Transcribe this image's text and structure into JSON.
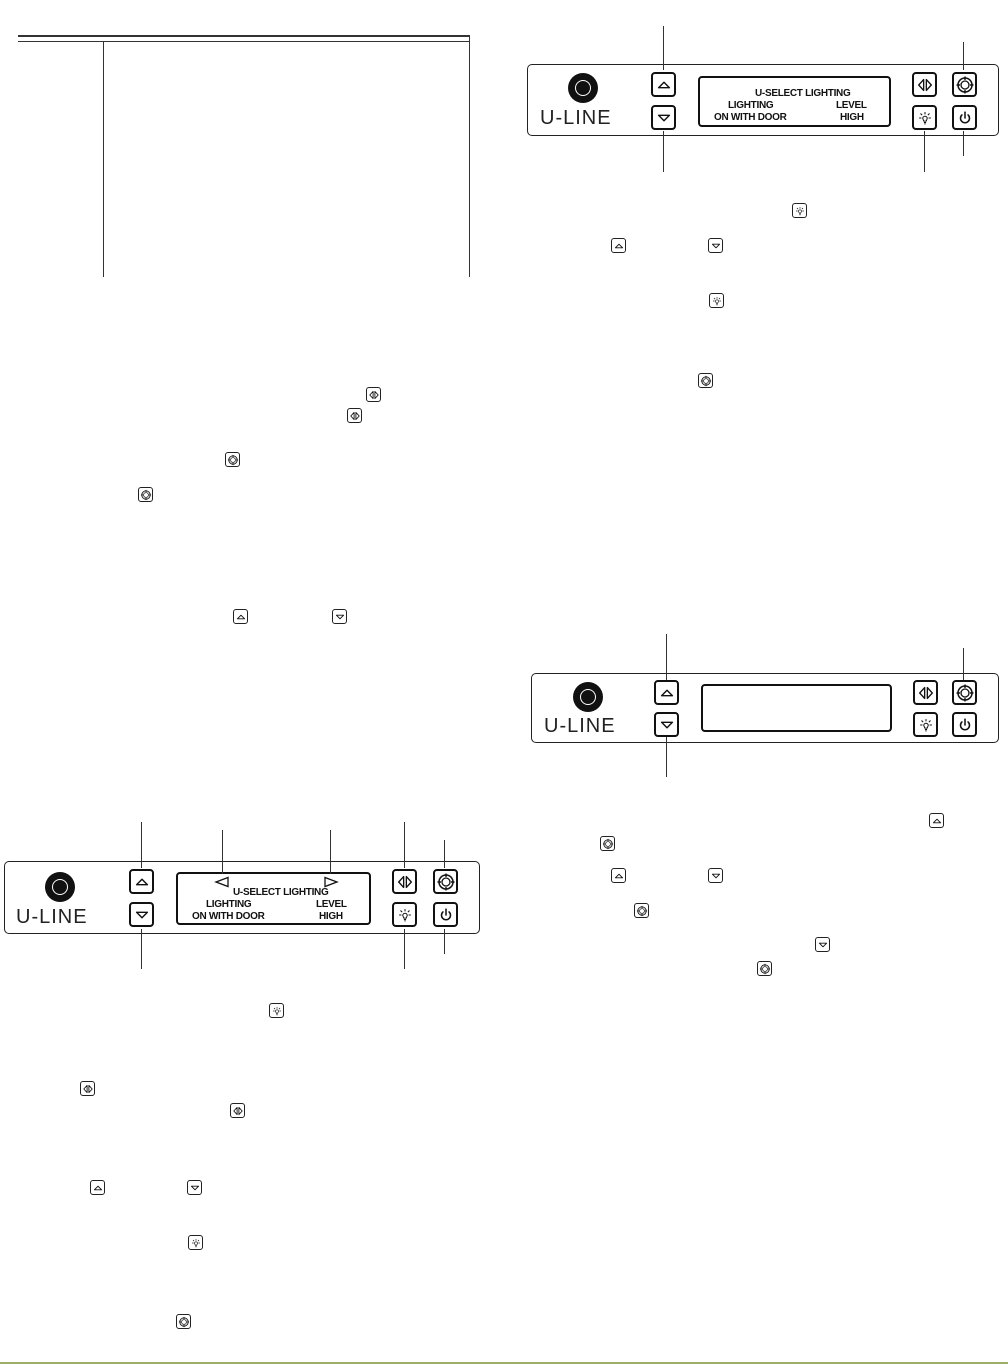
{
  "panels": {
    "brand": "U-LINE",
    "screen_title": "U-SELECT LIGHTING",
    "screen_col1_label": "LIGHTING",
    "screen_col2_label": "LEVEL",
    "screen_col1_value": "ON WITH DOOR",
    "screen_col2_value": "HIGH"
  },
  "icons": {
    "up": "up-arrow-button-icon",
    "down": "down-arrow-button-icon",
    "left_right": "left-right-button-icon",
    "select": "select-target-button-icon",
    "light": "light-bulb-button-icon",
    "power": "power-button-icon"
  },
  "colors": {
    "footer_rule": "#9cae6a"
  }
}
